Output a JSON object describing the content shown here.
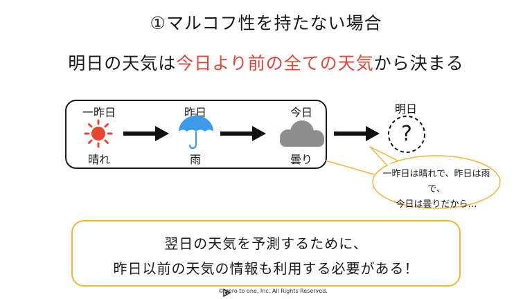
{
  "title": "①マルコフ性を持たない場合",
  "subtitle": {
    "prefix": "明日の天気は",
    "highlight": "今日より前の全ての天気",
    "suffix": "から決まる"
  },
  "sequence": [
    {
      "day": "一昨日",
      "weather": "晴れ",
      "icon": "sun-icon"
    },
    {
      "day": "昨日",
      "weather": "雨",
      "icon": "umbrella-icon"
    },
    {
      "day": "今日",
      "weather": "曇り",
      "icon": "cloud-icon"
    }
  ],
  "tomorrow": {
    "day": "明日",
    "symbol": "?"
  },
  "bubble": {
    "line1": "一昨日は晴れで、昨日は雨で、",
    "line2": "今日は曇りだから…"
  },
  "note": {
    "line1": "翌日の天気を予測するために、",
    "line2": "昨日以前の天気の情報も利用する必要がある！"
  },
  "copyright": "zero to one, Inc. All Rights Reserved.",
  "colors": {
    "highlight": "#e2463a",
    "sun": "#e8442e",
    "umbrella": "#3d9be9",
    "cloud": "#8e8e8e",
    "note_border": "#f0b63a"
  }
}
